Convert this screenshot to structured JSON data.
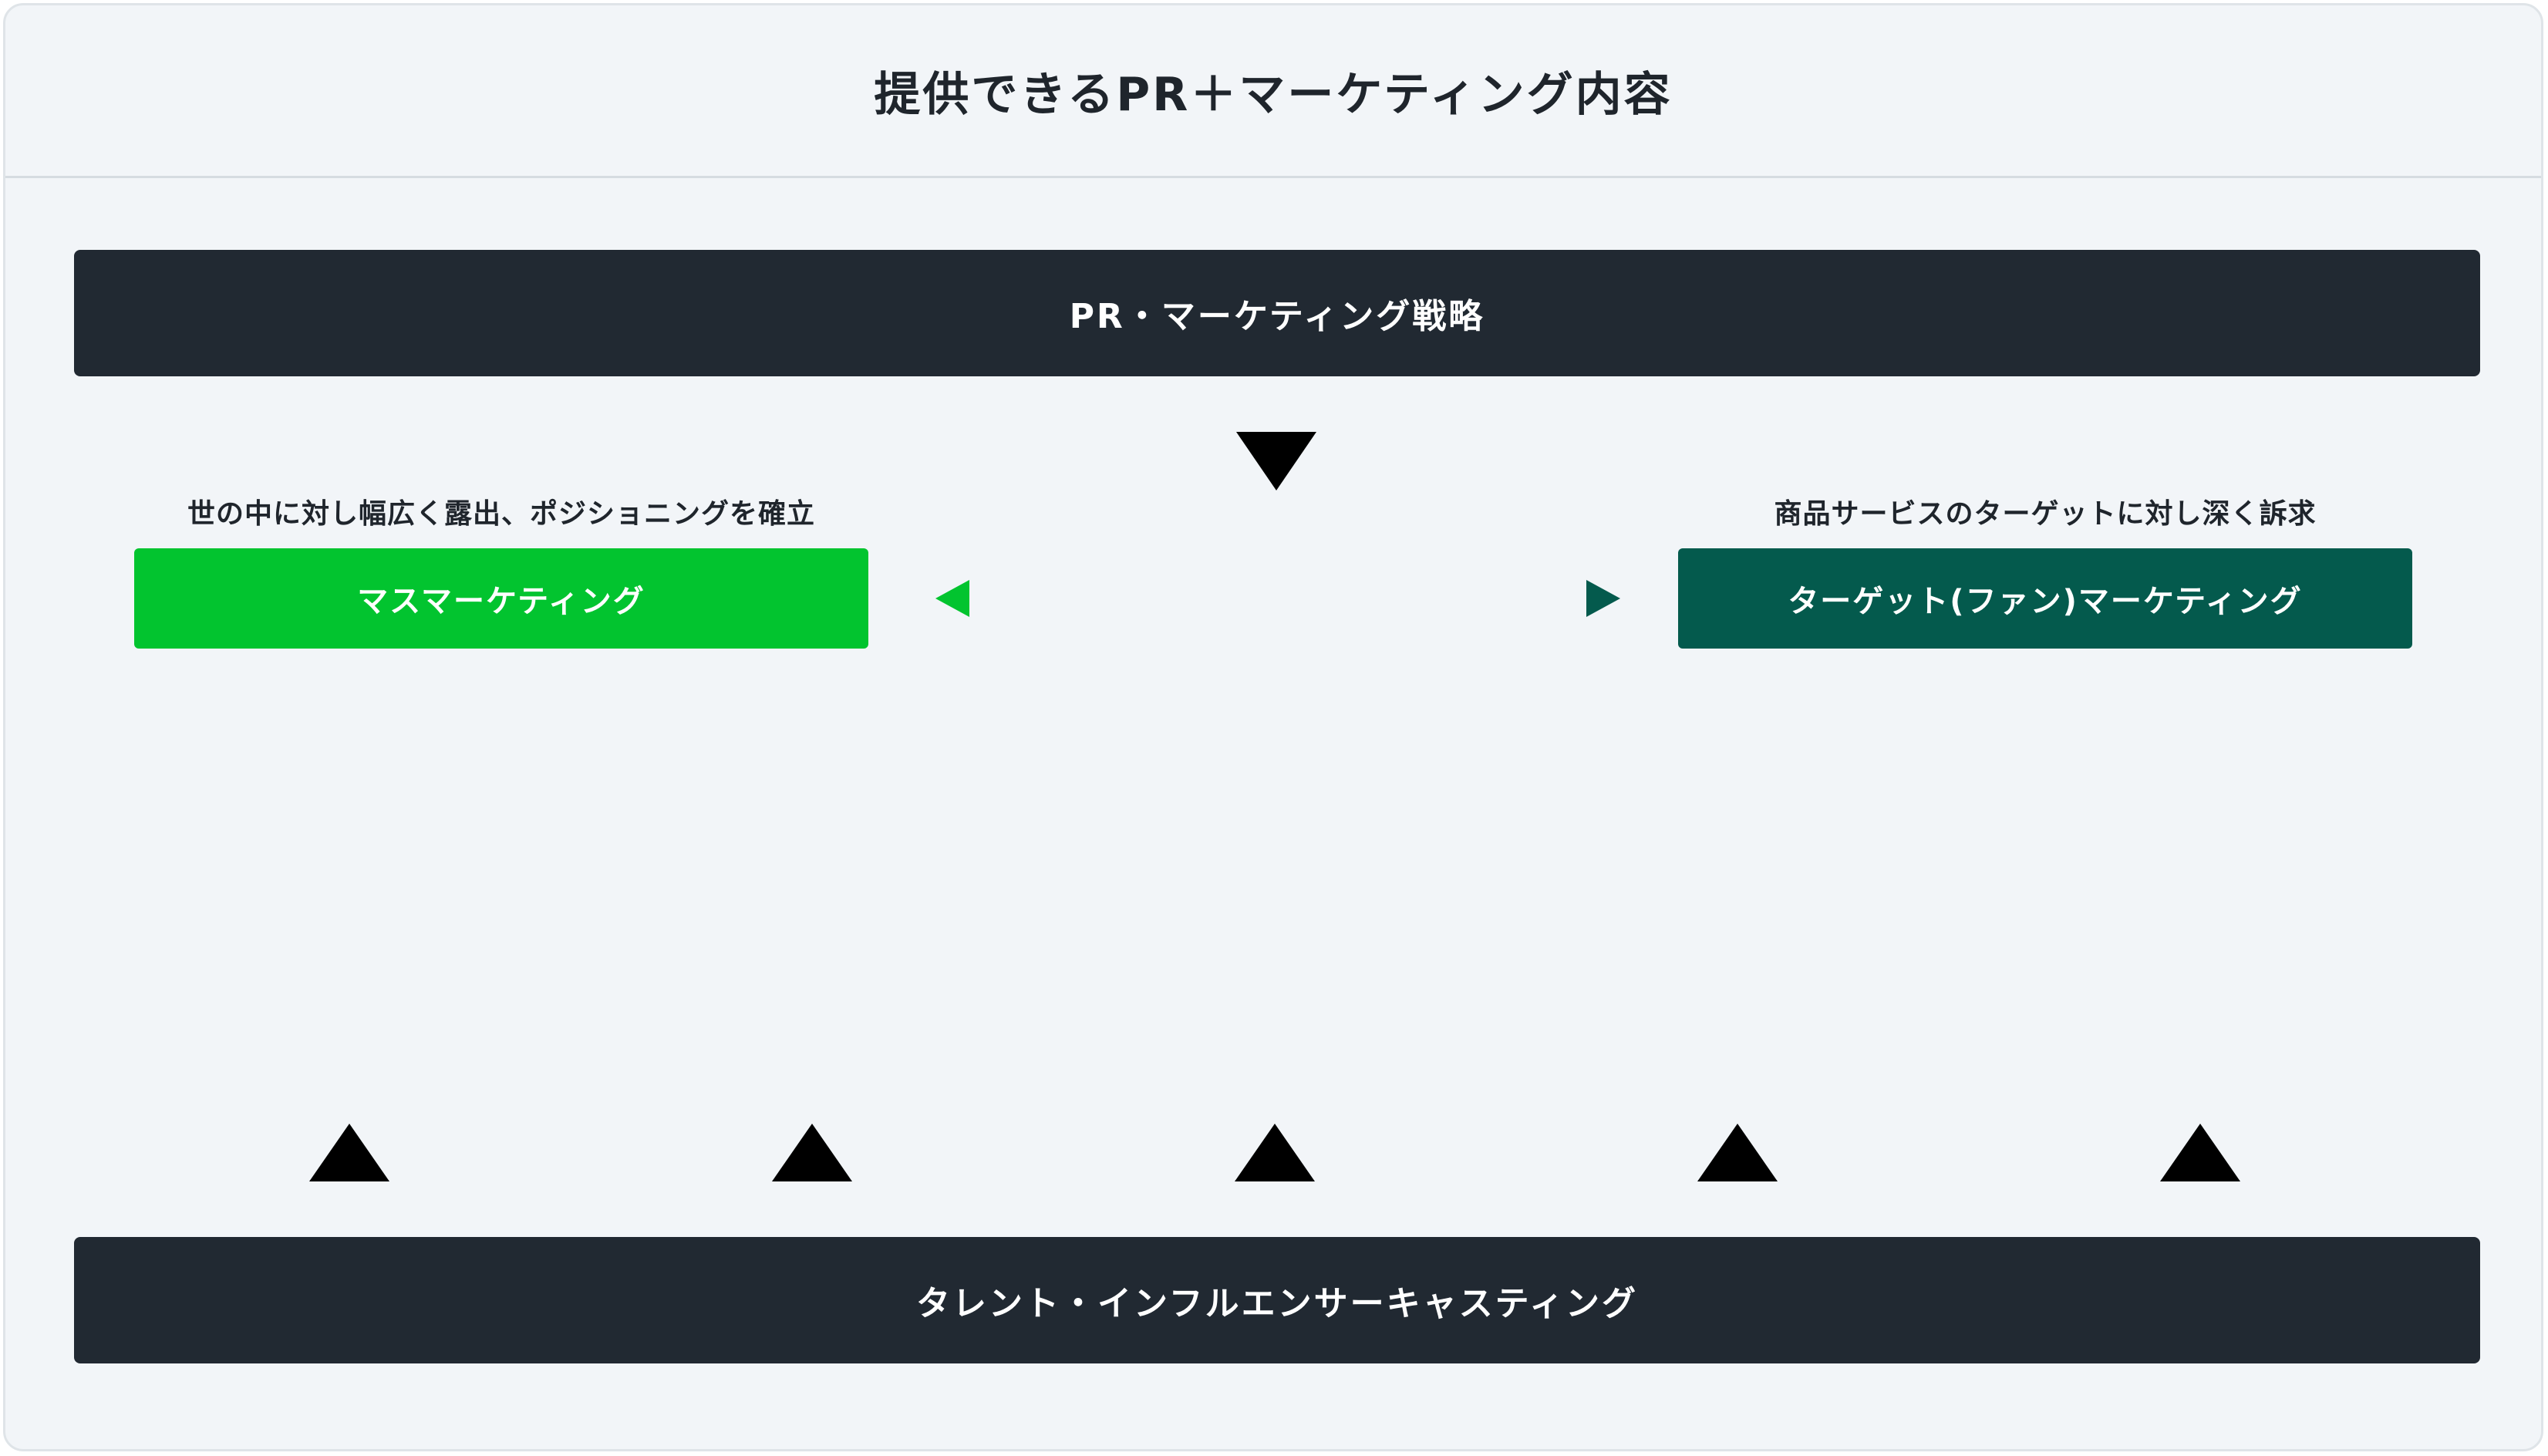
{
  "header": {
    "title": "提供できるPR＋マーケティング内容"
  },
  "top_bar": {
    "label": "PR・マーケティング戦略"
  },
  "left": {
    "tagline": "世の中に対し幅広く露出、ポジショニングを確立",
    "box_label": "マスマーケティング",
    "color": "#02c42f"
  },
  "right": {
    "tagline": "商品サービスのターゲットに対し深く訴求",
    "box_label": "ターゲット(ファン)マーケティング",
    "color": "#045a4d"
  },
  "bottom_bar": {
    "label": "タレント・インフルエンサーキャスティング"
  },
  "colors": {
    "dark_bar": "#212932",
    "background": "#f2f5f8",
    "arrow_left": "#02c42f",
    "arrow_right": "#045a4d",
    "triangle": "#000000"
  },
  "icons": {
    "down_triangle": "down-triangle-icon",
    "up_triangle": "up-triangle-icon",
    "double_arrow": "double-arrow-icon"
  },
  "up_triangle_count": 5
}
